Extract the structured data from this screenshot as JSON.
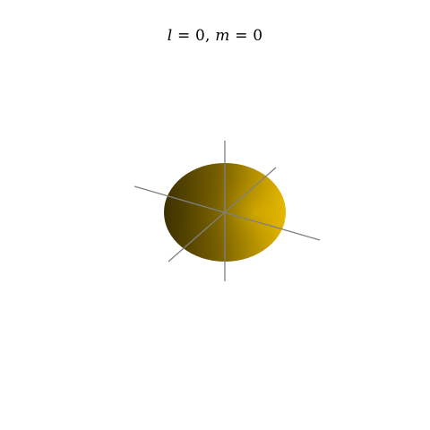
{
  "title": {
    "var_l": "l",
    "eq1": " = 0, ",
    "var_m": "m",
    "eq2": " = 0"
  },
  "colors": {
    "surface_light": "#f2c200",
    "surface_mid": "#9a7b00",
    "surface_dark": "#3c3000",
    "axis": "#808080",
    "background": "#ffffff"
  }
}
